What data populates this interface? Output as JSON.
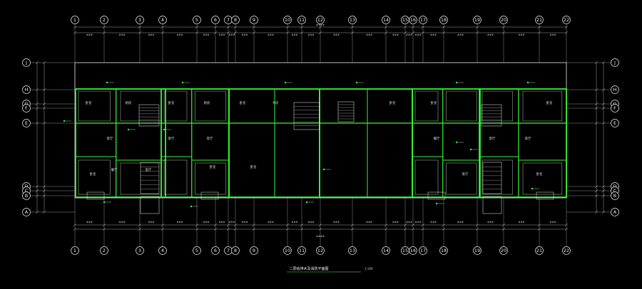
{
  "colors": {
    "background": "#000000",
    "walls": "#33ee33",
    "lines": "#e6e6e6",
    "dim_lines": "#bdbdbd"
  },
  "top_axis": [
    "1",
    "2",
    "3",
    "4",
    "5",
    "6",
    "7",
    "8",
    "9",
    "10",
    "11",
    "12",
    "13",
    "14",
    "15",
    "16",
    "17",
    "18",
    "19",
    "20",
    "21",
    "22"
  ],
  "bottom_axis": [
    "1",
    "2",
    "3",
    "4",
    "5",
    "6",
    "7",
    "8",
    "9",
    "10",
    "11",
    "12",
    "13",
    "14",
    "15",
    "16",
    "17",
    "18",
    "19",
    "20",
    "21",
    "22"
  ],
  "left_axis": [
    "J",
    "H",
    "G",
    "F",
    "E",
    "D",
    "C",
    "B",
    "A"
  ],
  "right_axis": [
    "J",
    "H",
    "G",
    "F",
    "E",
    "D",
    "C",
    "B",
    "A"
  ],
  "total_dimension": "####",
  "rooms": [
    "卧室",
    "厨房",
    "卧室",
    "厨房",
    "卧室",
    "客厅",
    "客厅",
    "餐厅",
    "客厅",
    "卧室",
    "客厅",
    "卧室",
    "卧室",
    "书房",
    "卧室",
    "卧室",
    "餐厅",
    "客厅",
    "客厅",
    "客厅",
    "卧室",
    "卧室"
  ],
  "caption": "二层给排水及消防平面图",
  "scale": "1:100"
}
